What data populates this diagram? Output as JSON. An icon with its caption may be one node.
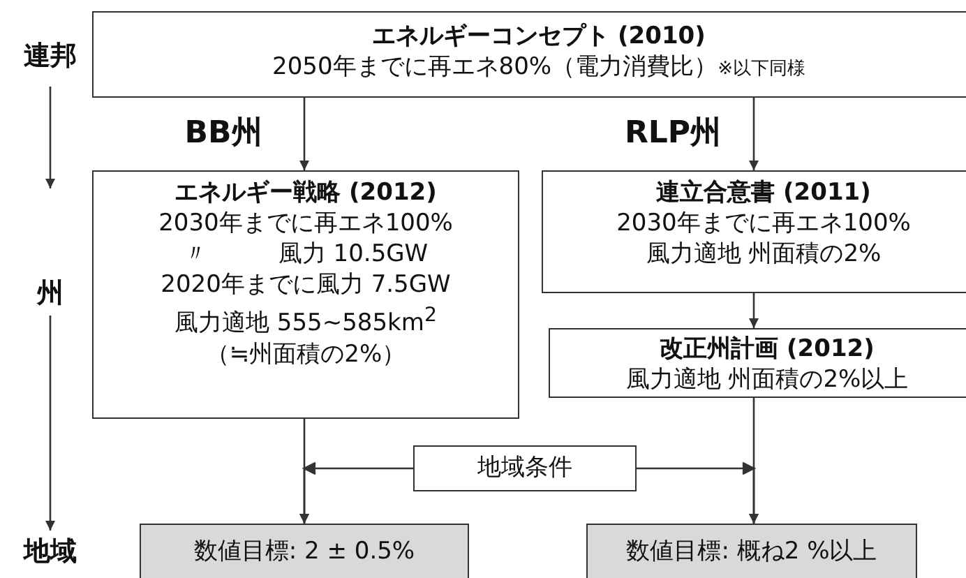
{
  "diagram": {
    "nodes": [
      {
        "text": [
          "エネルギーコンセプト (2010)",
          "2050年までに再エネ80%（電力消費比）",
          "※以下同様"
        ]
      },
      {
        "text": [
          "エネルギー戦略 (2012)",
          "2030年までに再エネ100%",
          "〃　　　風力 10.5GW",
          "2020年までに風力  7.5GW",
          "風力適地 555~585km$^{2}$",
          "（≒州面積の2%）"
        ]
      },
      {
        "text": [
          "連立合意書 (2011)",
          "2030年までに再エネ100%",
          "風力適地 州面積の2%"
        ]
      },
      {
        "text": [
          "改正州計画 (2012)",
          "風力適地 州面積の2%以上"
        ]
      },
      {
        "text": [
          "地域条件"
        ]
      },
      {
        "text": [
          "数値目標: 2 ± 0.5%"
        ]
      },
      {
        "text": [
          "数値目標: 概ね2 %以上"
        ]
      }
    ],
    "edges": [
      {
        "from": 0,
        "to": 1,
        "arrow": "to"
      },
      {
        "from": 0,
        "to": 2,
        "arrow": "to"
      },
      {
        "from": 2,
        "to": 3,
        "arrow": "to"
      },
      {
        "from": 1,
        "to": 5,
        "arrow": "to"
      },
      {
        "from": 3,
        "to": 6,
        "arrow": "to"
      },
      {
        "from": 4,
        "to": 5,
        "arrow": "to"
      },
      {
        "from": 4,
        "to": 6,
        "arrow": "to"
      }
    ],
    "labels": [
      "連邦",
      "BB州",
      "RLP州",
      "州",
      "地域"
    ]
  }
}
